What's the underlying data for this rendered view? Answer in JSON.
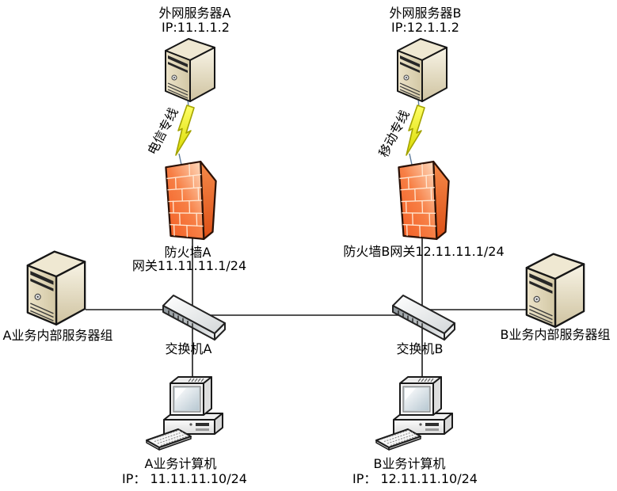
{
  "nodes": {
    "external_server_a": {
      "name": "外网服务器A",
      "ip": "IP:11.1.1.2"
    },
    "external_server_b": {
      "name": "外网服务器B",
      "ip": "IP:12.1.1.2"
    },
    "wan_link_a": {
      "name": "电信专线"
    },
    "wan_link_b": {
      "name": "移动专线"
    },
    "firewall_a": {
      "name": "防火墙A",
      "gateway": "网关11.11.11.1/24"
    },
    "firewall_b": {
      "name": "防火墙B网关12.11.11.1/24"
    },
    "switch_a": {
      "name": "交换机A"
    },
    "switch_b": {
      "name": "交换机B"
    },
    "server_group_a": {
      "name": "A业务内部服务器组"
    },
    "server_group_b": {
      "name": "B业务内部服务器组"
    },
    "pc_a": {
      "name": "A业务计算机",
      "ip": "IP： 11.11.11.10/24"
    },
    "pc_b": {
      "name": "B业务计算机",
      "ip": "IP： 12.11.11.10/24"
    }
  },
  "edges": [
    {
      "from": "外网服务器A",
      "to": "防火墙A",
      "via": "电信专线",
      "style": "lightning"
    },
    {
      "from": "外网服务器B",
      "to": "防火墙B",
      "via": "移动专线",
      "style": "lightning"
    },
    {
      "from": "防火墙A",
      "to": "交换机A",
      "style": "line"
    },
    {
      "from": "防火墙B",
      "to": "交换机B",
      "style": "line"
    },
    {
      "from": "交换机A",
      "to": "交换机B",
      "style": "line"
    },
    {
      "from": "A业务内部服务器组",
      "to": "交换机A",
      "style": "line"
    },
    {
      "from": "B业务内部服务器组",
      "to": "交换机B",
      "style": "line"
    },
    {
      "from": "交换机A",
      "to": "A业务计算机",
      "style": "line"
    },
    {
      "from": "交换机B",
      "to": "B业务计算机",
      "style": "line"
    }
  ],
  "colors": {
    "background": "#ffffff",
    "line": "#1a1a1a",
    "text": "#000000",
    "firewall_orange": "#f15a20",
    "server_beige": "#e5dcc0",
    "switch_gray": "#d9dcde",
    "lightning_yellow": "#f0ee33",
    "link_wire_blue": "#5d7b9d"
  }
}
